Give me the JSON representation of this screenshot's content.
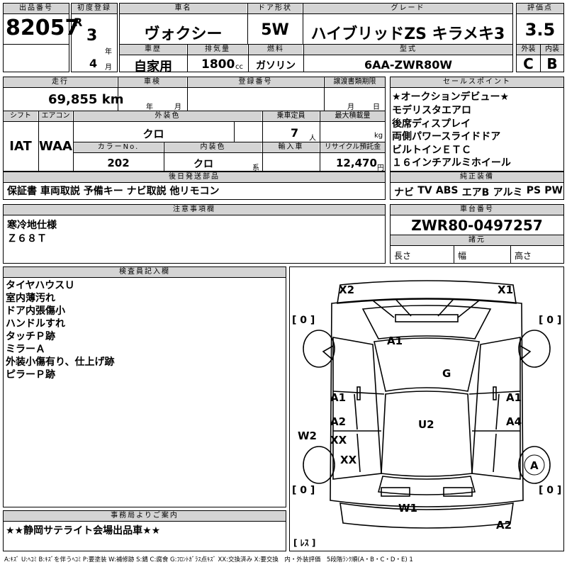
{
  "header": {
    "lot_label": "出品番号",
    "lot_value": "82057",
    "first_reg_label": "初度登録",
    "era": "R",
    "year_value": "3",
    "year_unit": "年",
    "month_value": "4",
    "month_unit": "月",
    "car_name_label": "車名",
    "car_name": "ヴォクシー",
    "door_label": "ドア形状",
    "door_value": "5W",
    "grade_label": "グレード",
    "grade_value": "ハイブリッドZS キラメキ3",
    "score_label": "評価点",
    "score_value": "3.5",
    "exterior_label": "外装",
    "exterior_value": "C",
    "interior_label": "内装",
    "interior_value": "B",
    "history_label": "車歴",
    "history_value": "自家用",
    "displacement_label": "排気量",
    "displacement_value": "1800",
    "displacement_unit": "cc",
    "fuel_label": "燃料",
    "fuel_value": "ガソリン",
    "model_label": "型式",
    "model_value": "6AA-ZWR80W"
  },
  "details": {
    "mileage_label": "走行",
    "mileage_value": "69,855 km",
    "inspection_label": "車検",
    "inspection_year": "年",
    "inspection_month": "月",
    "reg_number_label": "登録番号",
    "transfer_label": "譲渡書類期限",
    "transfer_month": "月",
    "transfer_day": "日",
    "shift_label": "シフト",
    "shift_value": "IAT",
    "aircon_label": "エアコン",
    "aircon_value": "WAA",
    "ext_color_label": "外装色",
    "ext_color_value": "クロ",
    "capacity_label": "乗車定員",
    "capacity_value": "7",
    "capacity_unit": "人",
    "load_label": "最大積載量",
    "load_unit": "kg",
    "color_no_label": "カラーNo.",
    "color_no_value": "202",
    "int_color_label": "内装色",
    "int_color_value": "クロ",
    "int_color_unit": "系",
    "import_label": "輸入車",
    "recycle_label": "リサイクル預託金",
    "recycle_value": "12,470",
    "recycle_unit": "円"
  },
  "sales_points": {
    "label": "セールスポイント",
    "items": [
      "★オークションデビュー★",
      "モデリスタエアロ",
      "後席ディスプレイ",
      "両側パワースライドドア",
      "ビルトインＥＴＣ",
      "１６インチアルミホイール"
    ]
  },
  "shipping": {
    "label": "後日発送部品",
    "value": "保証書 車両取説 予備キー ナビ取説 他リモコン"
  },
  "equipment": {
    "label": "純正装備",
    "items": [
      "ナビ",
      "TV",
      "ABS",
      "エアB",
      "アルミ",
      "PS",
      "PW"
    ]
  },
  "caution": {
    "label": "注意事項欄",
    "lines": [
      "寒冷地仕様",
      "Ｚ６８Ｔ"
    ]
  },
  "chassis": {
    "label": "車台番号",
    "value": "ZWR80-0497257"
  },
  "specs": {
    "label": "諸元",
    "length_label": "長さ",
    "width_label": "幅",
    "height_label": "高さ"
  },
  "inspector": {
    "label": "検査員記入欄",
    "lines": [
      "タイヤハウスＵ",
      "室内薄汚れ",
      "ドア内張傷小",
      "ハンドルすれ",
      "タッチＰ跡",
      "ミラーＡ",
      "外装小傷有り、仕上げ跡",
      "ピラーＰ跡"
    ]
  },
  "diagram": {
    "marks": {
      "x2_top": "X2",
      "x1_top": "X1",
      "a1_hood": "A1",
      "g_glass": "G",
      "a1_left": "A1",
      "a1_right": "A1",
      "a2_left": "A2",
      "xx_left1": "XX",
      "u2_roof": "U2",
      "a4_right": "A4",
      "w2_left": "W2",
      "xx_left2": "XX",
      "a_right": "A",
      "w1_bottom": "W1",
      "a2_bottom": "A2"
    },
    "tire_tl": "[ 0 ]",
    "tire_tr": "[ 0 ]",
    "tire_bl": "[ 0 ]",
    "tire_br": "[ 0 ]",
    "spare": "[ ﾚｽ ]"
  },
  "office": {
    "label": "事務局よりご案内",
    "value": "★★静岡サテライト会場出品車★★"
  },
  "legend": "A:ｷｽﾞ U:ﾍｺﾐ B:ｷｽﾞを伴うﾍｺﾐ P:要塗装 W:補修跡 S:錆 C:腐食 G:ﾌﾛﾝﾄｶﾞﾗｽ点ｷｽﾞ XX:交換済み X:要交換　内・外装評価　5段階ﾗﾝｸ順(A・B・C・D・E) 1"
}
